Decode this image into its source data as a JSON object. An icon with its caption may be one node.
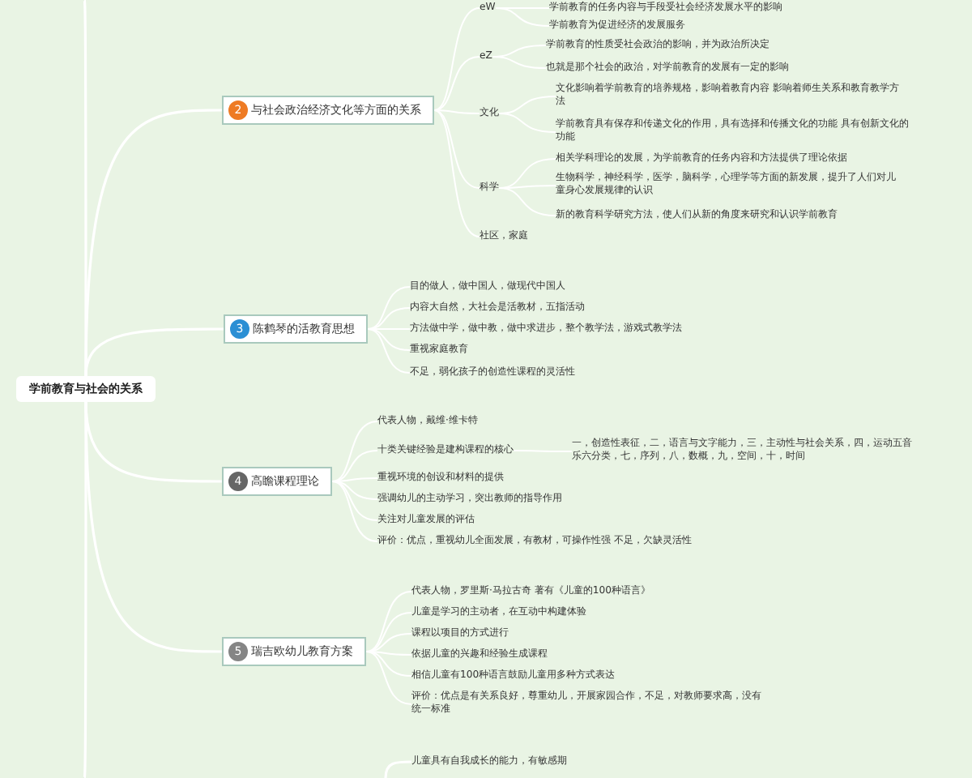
{
  "diagram": {
    "nodes": [
      {
        "text": [
          "学前教育与社会的关系"
        ]
      },
      {
        "text": [
          "2",
          "与社会政治经济文化等方面的关系"
        ]
      },
      {
        "text": [
          "eW"
        ]
      },
      {
        "text": [
          "学前教育的任务内容与手段受社会经济发展水平的影响"
        ]
      },
      {
        "text": [
          "学前教育为促进经济的发展服务"
        ]
      },
      {
        "text": [
          "eZ"
        ]
      },
      {
        "text": [
          "学前教育的性质受社会政治的影响，并为政治所决定"
        ]
      },
      {
        "text": [
          "也就是那个社会的政治，对学前教育的发展有一定的影响"
        ]
      },
      {
        "text": [
          "文化"
        ]
      },
      {
        "text": [
          "文化影响着学前教育的培养规格，影响着教育内容 影响着师生关系和教育教学方法"
        ]
      },
      {
        "text": [
          "学前教育具有保存和传递文化的作用，具有选择和传播文化的功能 具有创新文化的功能"
        ]
      },
      {
        "text": [
          "科学"
        ]
      },
      {
        "text": [
          "相关学科理论的发展，为学前教育的任务内容和方法提供了理论依据"
        ]
      },
      {
        "text": [
          "生物科学，神经科学，医学，脑科学，心理学等方面的新发展，提升了人们对儿童身心发展规律的认识"
        ]
      },
      {
        "text": [
          "新的教育科学研究方法，使人们从新的角度来研究和认识学前教育"
        ]
      },
      {
        "text": [
          "社区，家庭"
        ]
      },
      {
        "text": [
          "3",
          "陈鹤琴的活教育思想"
        ]
      },
      {
        "text": [
          "目的做人，做中国人，做现代中国人"
        ]
      },
      {
        "text": [
          "内容大自然，大社会是活教材，五指活动"
        ]
      },
      {
        "text": [
          "方法做中学，做中教，做中求进步，整个教学法，游戏式教学法"
        ]
      },
      {
        "text": [
          "重视家庭教育"
        ]
      },
      {
        "text": [
          "不足，弱化孩子的创造性课程的灵活性"
        ]
      },
      {
        "text": [
          "4",
          "高瞻课程理论"
        ]
      },
      {
        "text": [
          "代表人物，戴维·维卡特"
        ]
      },
      {
        "text": [
          "十类关键经验是建构课程的核心"
        ]
      },
      {
        "text": [
          "一，创造性表征，二，语言与文字能力，三，主动性与社会关系，四，运动五音乐六分类，七，序列，八，数概，九，空间，十，时间"
        ]
      },
      {
        "text": [
          "重视环境的创设和材料的提供"
        ]
      },
      {
        "text": [
          "强调幼儿的主动学习，突出教师的指导作用"
        ]
      },
      {
        "text": [
          "关注对儿童发展的评估"
        ]
      },
      {
        "text": [
          "评价：优点，重视幼儿全面发展，有教材，可操作性强 不足，欠缺灵活性"
        ]
      },
      {
        "text": [
          "5",
          "瑞吉欧幼儿教育方案"
        ]
      },
      {
        "text": [
          "代表人物，罗里斯·马拉古奇 著有《儿童的100种语言》"
        ]
      },
      {
        "text": [
          "儿童是学习的主动者，在互动中构建体验"
        ]
      },
      {
        "text": [
          "课程以项目的方式进行"
        ]
      },
      {
        "text": [
          "依据儿童的兴趣和经验生成课程"
        ]
      },
      {
        "text": [
          "相信儿童有100种语言鼓励儿童用多种方式表达"
        ]
      },
      {
        "text": [
          "评价：优点是有关系良好，尊重幼儿，开展家园合作，不足，对教师要求高，没有统一标准"
        ]
      },
      {
        "text": [
          "儿童具有自我成长的能力，有敏感期"
        ]
      }
    ],
    "edges": [
      {
        "from": 0,
        "to": 1,
        "arrow": "none"
      },
      {
        "from": 0,
        "to": 16,
        "arrow": "none"
      },
      {
        "from": 0,
        "to": 22,
        "arrow": "none"
      },
      {
        "from": 0,
        "to": 30,
        "arrow": "none"
      },
      {
        "from": 0,
        "to": null,
        "arrow": "none"
      },
      {
        "from": 0,
        "to": null,
        "arrow": "none"
      },
      {
        "from": 1,
        "to": 2,
        "arrow": "none"
      },
      {
        "from": 1,
        "to": 5,
        "arrow": "none"
      },
      {
        "from": 1,
        "to": 8,
        "arrow": "none"
      },
      {
        "from": 1,
        "to": 11,
        "arrow": "none"
      },
      {
        "from": 1,
        "to": 15,
        "arrow": "none"
      },
      {
        "from": 2,
        "to": 3,
        "arrow": "none"
      },
      {
        "from": 2,
        "to": 4,
        "arrow": "none"
      },
      {
        "from": 5,
        "to": 6,
        "arrow": "none"
      },
      {
        "from": 5,
        "to": 7,
        "arrow": "none"
      },
      {
        "from": 8,
        "to": 9,
        "arrow": "none"
      },
      {
        "from": 8,
        "to": 10,
        "arrow": "none"
      },
      {
        "from": 11,
        "to": 12,
        "arrow": "none"
      },
      {
        "from": 11,
        "to": 13,
        "arrow": "none"
      },
      {
        "from": 11,
        "to": 14,
        "arrow": "none"
      },
      {
        "from": 16,
        "to": 17,
        "arrow": "none"
      },
      {
        "from": 16,
        "to": 18,
        "arrow": "none"
      },
      {
        "from": 16,
        "to": 19,
        "arrow": "none"
      },
      {
        "from": 16,
        "to": 20,
        "arrow": "none"
      },
      {
        "from": 16,
        "to": 21,
        "arrow": "none"
      },
      {
        "from": 22,
        "to": 23,
        "arrow": "none"
      },
      {
        "from": 22,
        "to": 24,
        "arrow": "none"
      },
      {
        "from": 24,
        "to": 25,
        "arrow": "none"
      },
      {
        "from": 22,
        "to": 26,
        "arrow": "none"
      },
      {
        "from": 22,
        "to": 27,
        "arrow": "none"
      },
      {
        "from": 22,
        "to": 28,
        "arrow": "none"
      },
      {
        "from": 22,
        "to": 29,
        "arrow": "none"
      },
      {
        "from": 30,
        "to": 31,
        "arrow": "none"
      },
      {
        "from": 30,
        "to": 32,
        "arrow": "none"
      },
      {
        "from": 30,
        "to": 33,
        "arrow": "none"
      },
      {
        "from": 30,
        "to": 34,
        "arrow": "none"
      },
      {
        "from": 30,
        "to": 35,
        "arrow": "none"
      },
      {
        "from": 30,
        "to": 36,
        "arrow": "none"
      },
      {
        "from": null,
        "to": 37,
        "arrow": "none"
      }
    ]
  }
}
